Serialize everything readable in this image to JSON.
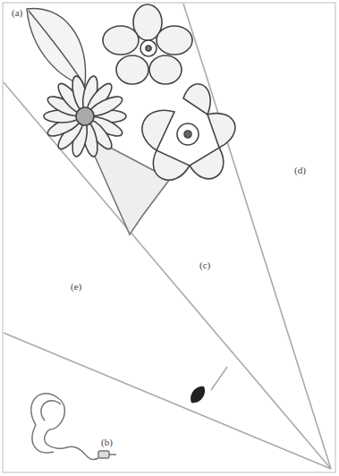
{
  "diagram": {
    "labels": [
      "(a)",
      "(d)",
      "(c)",
      "(e)",
      "(b)"
    ]
  }
}
